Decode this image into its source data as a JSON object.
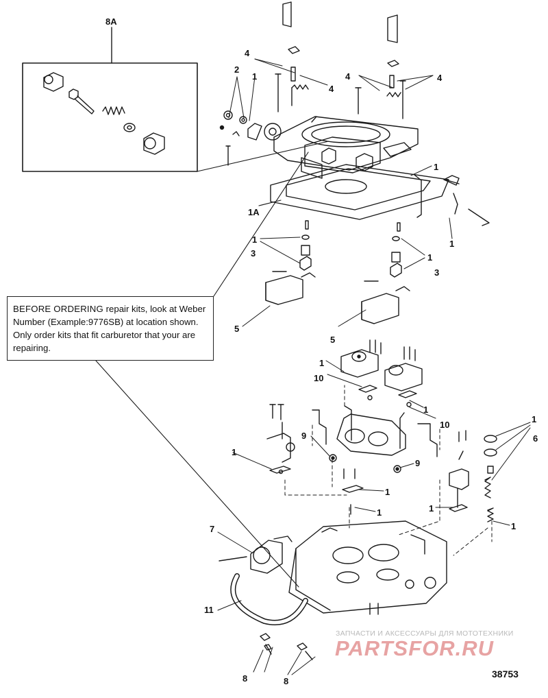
{
  "inset": {
    "label": "8A"
  },
  "callout": {
    "bold_lead": "BEFORE ORDERING",
    "text": " repair kits, look at Weber Number (Example:9776SB) at location shown. Only order kits that fit carburetor that your are repairing."
  },
  "labels": {
    "l2": "2",
    "l1_top": "1",
    "l4_a": "4",
    "l4_b": "4",
    "l4_c": "4",
    "l4_d": "4",
    "l1_right_a": "1",
    "l1a": "1A",
    "l1_right_b": "1",
    "l1_left_mid": "1",
    "l3_left": "3",
    "l1_right_mid": "1",
    "l3_right": "3",
    "l5_left": "5",
    "l5_right": "5",
    "l1_pump": "1",
    "l10_left": "10",
    "l1_pump_r": "1",
    "l10_right": "10",
    "l9_left": "9",
    "l9_right": "9",
    "l1_far_r": "1",
    "l6": "6",
    "l1_left_low": "1",
    "l1_mid_a": "1",
    "l1_mid_b": "1",
    "l1_right_low": "1",
    "l1_spring": "1",
    "l7": "7",
    "l11": "11",
    "l8_left": "8",
    "l8_right": "8"
  },
  "watermark": {
    "line1": "ЗАПЧАСТИ И АКСЕССУАРЫ ДЛЯ МОТОТЕХНИКИ",
    "line2": "PARTSFOR.RU"
  },
  "figure_number": "38753"
}
